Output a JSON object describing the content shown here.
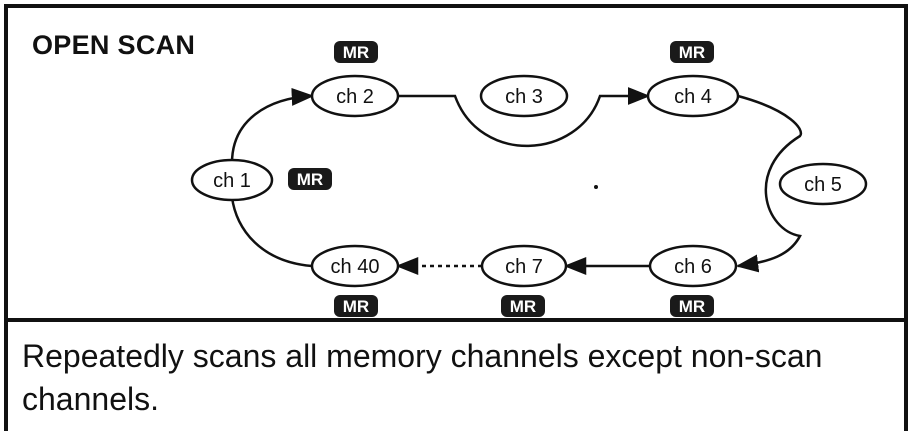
{
  "title": "OPEN SCAN",
  "caption": "Repeatedly scans all memory channels except non-scan channels.",
  "badge_label": "MR",
  "channels": {
    "ch1": "ch 1",
    "ch2": "ch 2",
    "ch3": "ch 3",
    "ch4": "ch 4",
    "ch5": "ch 5",
    "ch6": "ch 6",
    "ch7": "ch 7",
    "ch40": "ch 40"
  },
  "colors": {
    "ink": "#111111",
    "badge_fill": "#1a1a1a",
    "badge_text": "#ffffff"
  }
}
